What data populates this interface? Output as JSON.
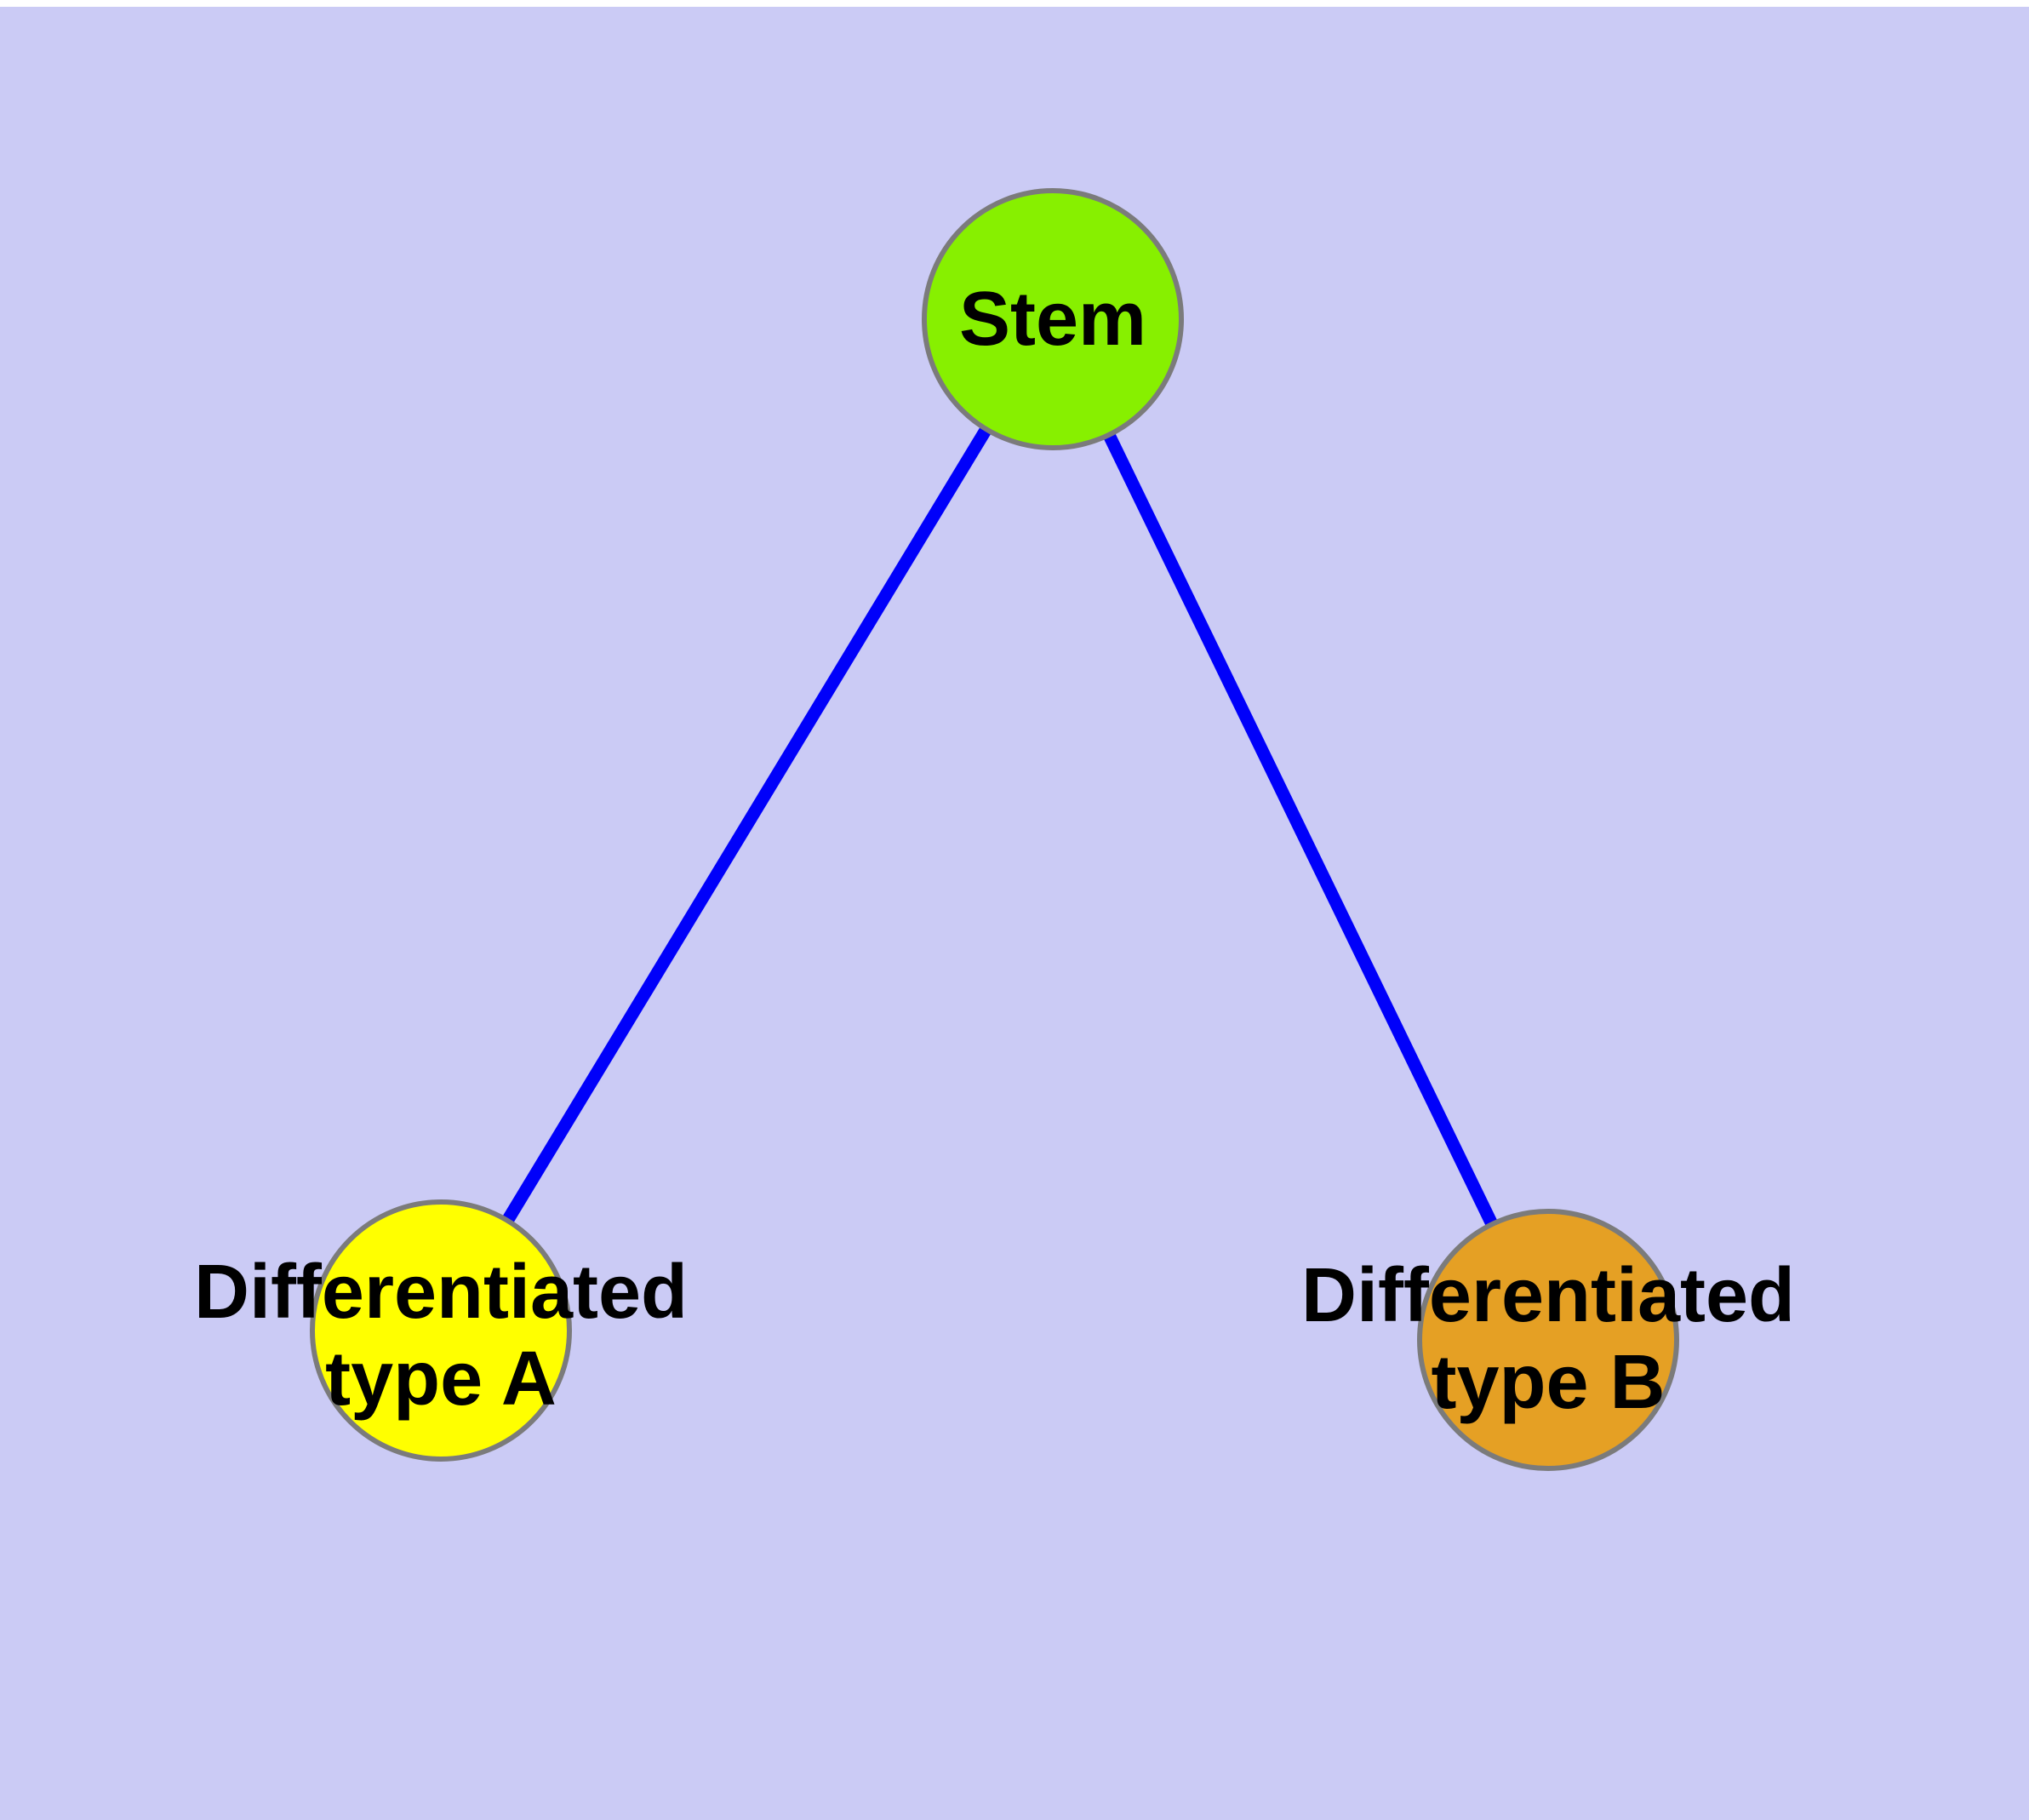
{
  "figure": {
    "background": "#CBCBF5",
    "top_margin_color": "#FFFFFF",
    "type": "node-link-diagram"
  },
  "colors": {
    "edge": "#0000FA",
    "node_border": "#7B7B7B",
    "label_text": "#000000",
    "stem_fill": "#87F000",
    "type_a_fill": "#FFFF00",
    "type_b_fill": "#E5A024"
  },
  "nodes": [
    {
      "id": "stem",
      "label_lines": [
        "Stem"
      ],
      "fill": "#87F000"
    },
    {
      "id": "type-a",
      "label_lines": [
        "Differentiated",
        "type A"
      ],
      "fill": "#FFFF00"
    },
    {
      "id": "type-b",
      "label_lines": [
        "Differentiated",
        "type B"
      ],
      "fill": "#E5A024"
    }
  ],
  "edges": [
    {
      "from": "Stem",
      "to": "Differentiated type A"
    },
    {
      "from": "Stem",
      "to": "Differentiated type B"
    }
  ]
}
